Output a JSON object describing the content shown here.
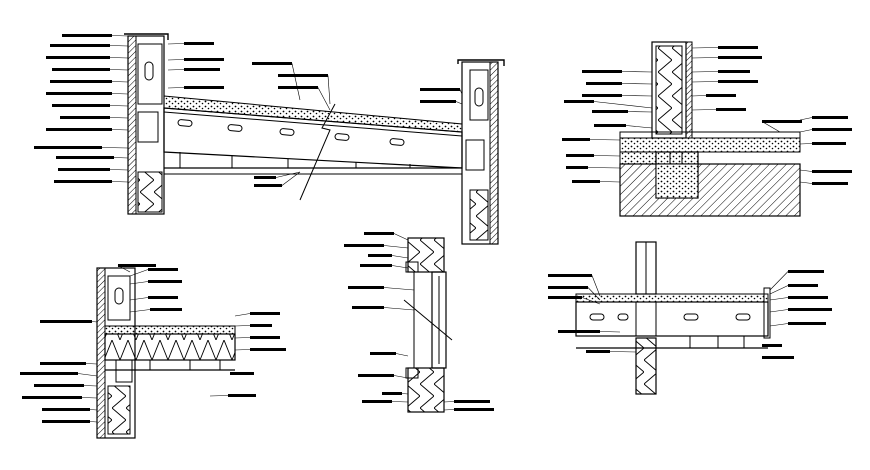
{
  "drawing": {
    "ink_color": "#000000",
    "background_color": "#ffffff",
    "details": [
      {
        "name": "roof-slope-detail"
      },
      {
        "name": "floor-foundation-detail"
      },
      {
        "name": "floor-wall-junction-detail"
      },
      {
        "name": "window-section-detail"
      },
      {
        "name": "floor-beam-detail"
      }
    ],
    "labels_legible": false
  }
}
